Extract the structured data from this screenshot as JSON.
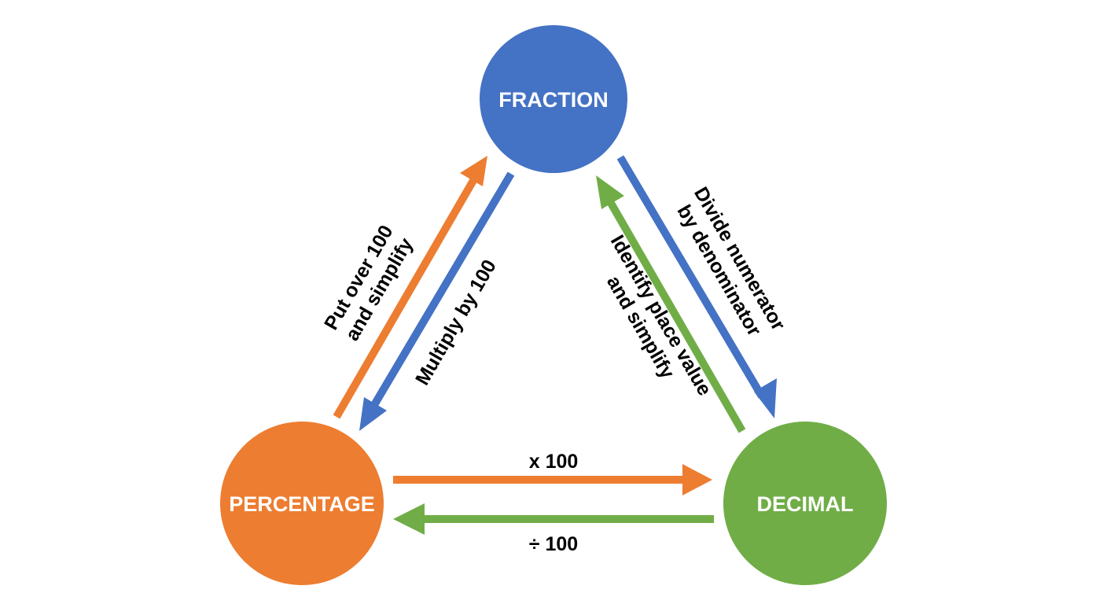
{
  "colors": {
    "fraction": "#4472C4",
    "percentage": "#ED7D31",
    "decimal": "#70AD47",
    "text_dark": "#000000",
    "text_light": "#FFFFFF"
  },
  "nodes": {
    "fraction": {
      "label": "FRACTION"
    },
    "percentage": {
      "label": "PERCENTAGE"
    },
    "decimal": {
      "label": "DECIMAL"
    }
  },
  "edges": {
    "percentage_to_fraction": {
      "line1": "Put over 100",
      "line2": "and simplify"
    },
    "fraction_to_percentage": {
      "label": "Multiply by 100"
    },
    "fraction_to_decimal": {
      "line1": "Divide numerator",
      "line2": "by denominator"
    },
    "decimal_to_fraction": {
      "line1": "Identify place value",
      "line2": "and simplify"
    },
    "percentage_to_decimal": {
      "label": "x 100"
    },
    "decimal_to_percentage": {
      "label": "÷ 100"
    }
  }
}
